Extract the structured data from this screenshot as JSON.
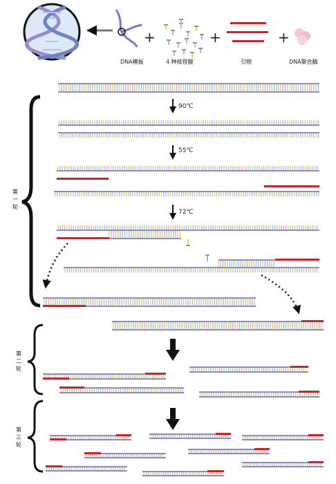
{
  "legend": {
    "dna_template": "DNA模板",
    "nucleotides": "4 种核苷酸",
    "primer": "引物",
    "polymerase": "DNA聚合酶"
  },
  "temperatures": [
    "90℃",
    "55℃",
    "72℃"
  ],
  "rounds": [
    "第一轮",
    "第二轮",
    "第三轮"
  ],
  "colors": {
    "backbone": "#8c8cc0",
    "rung_yellow": "#e6d640",
    "rung_blue": "#8ec3e8",
    "rung_pink": "#e7a6c8",
    "rung_green": "#a8d29a",
    "primer": "#d0202a",
    "arrow": "#111111",
    "magnifier_bg": "#dbe8f6"
  },
  "icons": [
    "double-helix-icon",
    "magnifier-icon",
    "dna-template-strand-icon",
    "nucleotide-icon",
    "primer-icon",
    "polymerase-icon"
  ]
}
